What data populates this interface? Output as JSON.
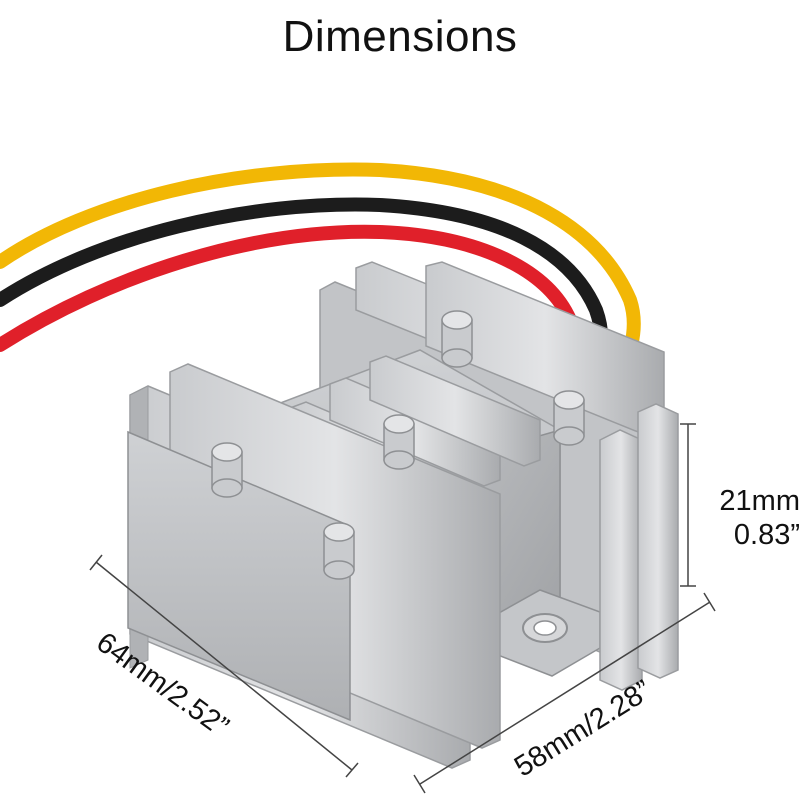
{
  "title": "Dimensions",
  "dimensions": {
    "height_mm": "21mm",
    "height_in": "0.83”",
    "depth": "64mm/2.52”",
    "width": "58mm/2.28”"
  },
  "colors": {
    "wire_yellow": "#f2b705",
    "wire_black": "#1a1a1a",
    "wire_red": "#e0202a",
    "aluminum_light": "#d9dadc",
    "aluminum_mid": "#b7b9bc",
    "aluminum_dark": "#8e9093"
  }
}
